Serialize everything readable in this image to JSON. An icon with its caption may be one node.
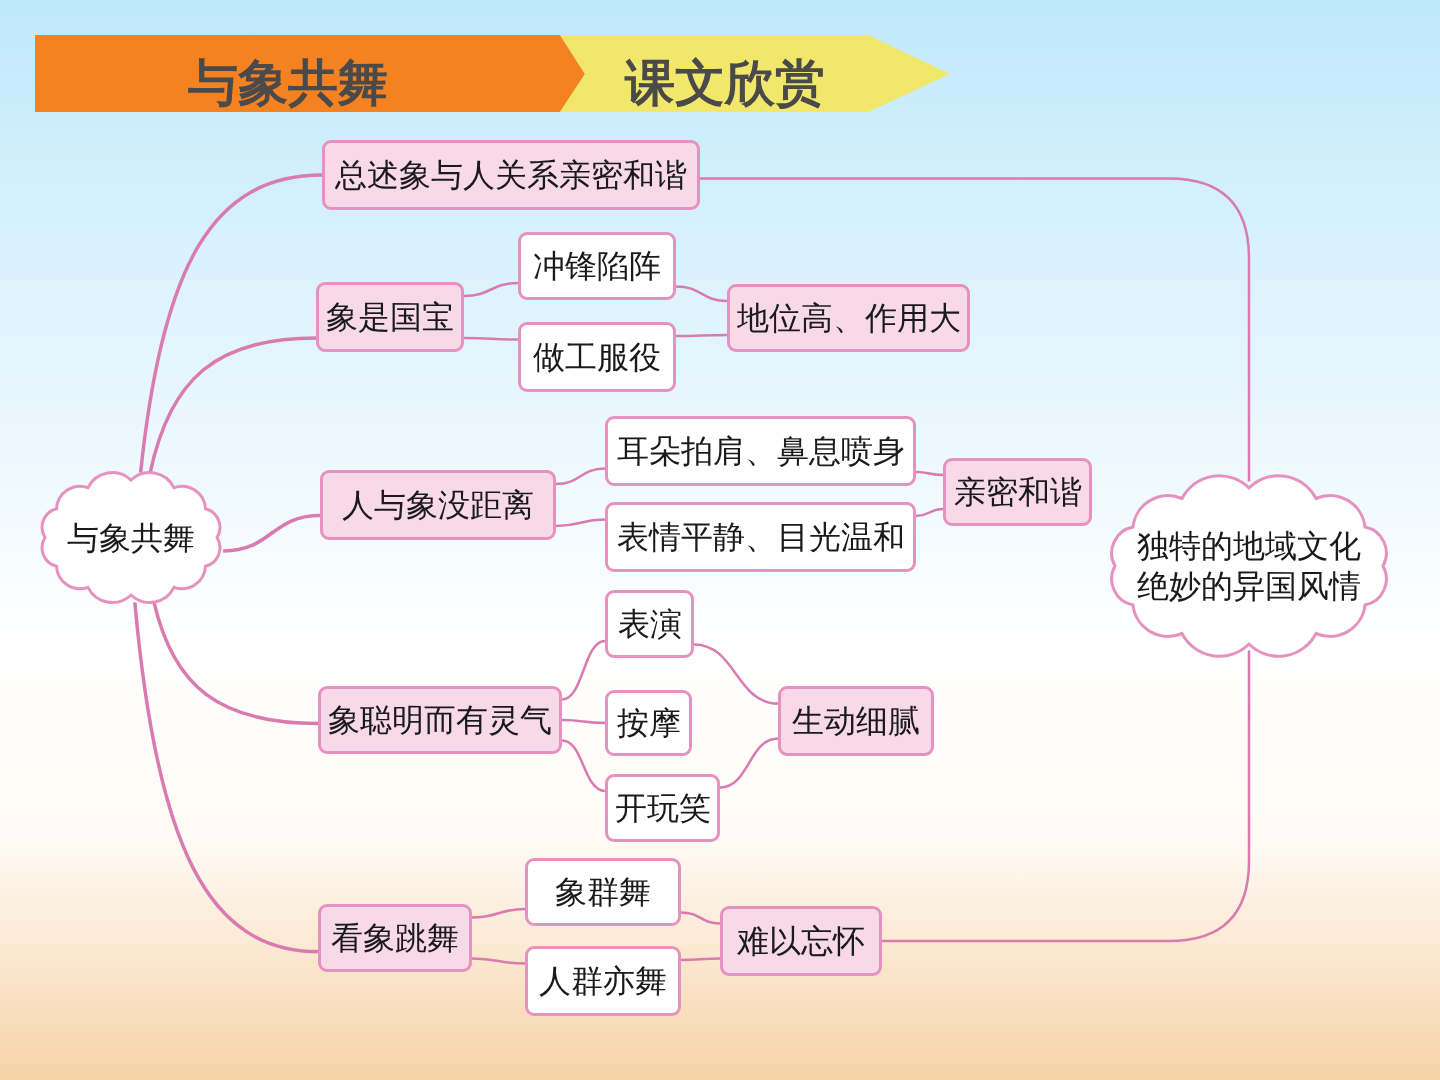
{
  "diagram": {
    "title": "与象共舞",
    "nodes": [
      {
        "text": [
          "与象共舞"
        ]
      },
      {
        "text": [
          "总述象与人关系亲密和谐"
        ]
      },
      {
        "text": [
          "象是国宝"
        ]
      },
      {
        "text": [
          "冲锋陷阵"
        ]
      },
      {
        "text": [
          "做工服役"
        ]
      },
      {
        "text": [
          "地位高、作用大"
        ]
      },
      {
        "text": [
          "人与象没距离"
        ]
      },
      {
        "text": [
          "耳朵拍肩、鼻息喷身"
        ]
      },
      {
        "text": [
          "表情平静、目光温和"
        ]
      },
      {
        "text": [
          "亲密和谐"
        ]
      },
      {
        "text": [
          "象聪明而有灵气"
        ]
      },
      {
        "text": [
          "表演"
        ]
      },
      {
        "text": [
          "按摩"
        ]
      },
      {
        "text": [
          "开玩笑"
        ]
      },
      {
        "text": [
          "生动细腻"
        ]
      },
      {
        "text": [
          "看象跳舞"
        ]
      },
      {
        "text": [
          "象群舞"
        ]
      },
      {
        "text": [
          "人群亦舞"
        ]
      },
      {
        "text": [
          "难以忘怀"
        ]
      },
      {
        "text": [
          "独特的地域文化",
          "绝妙的异国风情"
        ]
      }
    ],
    "edges": [
      {
        "from": 0,
        "to": 1,
        "arrow": "none"
      },
      {
        "from": 0,
        "to": 2,
        "arrow": "none"
      },
      {
        "from": 0,
        "to": 6,
        "arrow": "none"
      },
      {
        "from": 0,
        "to": 10,
        "arrow": "none"
      },
      {
        "from": 0,
        "to": 15,
        "arrow": "none"
      },
      {
        "from": 2,
        "to": 3,
        "arrow": "none"
      },
      {
        "from": 2,
        "to": 4,
        "arrow": "none"
      },
      {
        "from": 3,
        "to": 5,
        "arrow": "none"
      },
      {
        "from": 4,
        "to": 5,
        "arrow": "none"
      },
      {
        "from": 6,
        "to": 7,
        "arrow": "none"
      },
      {
        "from": 6,
        "to": 8,
        "arrow": "none"
      },
      {
        "from": 7,
        "to": 9,
        "arrow": "none"
      },
      {
        "from": 8,
        "to": 9,
        "arrow": "none"
      },
      {
        "from": 10,
        "to": 11,
        "arrow": "none"
      },
      {
        "from": 10,
        "to": 12,
        "arrow": "none"
      },
      {
        "from": 10,
        "to": 13,
        "arrow": "none"
      },
      {
        "from": 11,
        "to": 14,
        "arrow": "none"
      },
      {
        "from": 13,
        "to": 14,
        "arrow": "none"
      },
      {
        "from": 15,
        "to": 16,
        "arrow": "none"
      },
      {
        "from": 15,
        "to": 17,
        "arrow": "none"
      },
      {
        "from": 16,
        "to": 18,
        "arrow": "none"
      },
      {
        "from": 17,
        "to": 18,
        "arrow": "none"
      },
      {
        "from": 1,
        "to": 19,
        "arrow": "none"
      },
      {
        "from": 18,
        "to": 19,
        "arrow": "none"
      }
    ],
    "labels": [
      "课文欣赏"
    ]
  }
}
